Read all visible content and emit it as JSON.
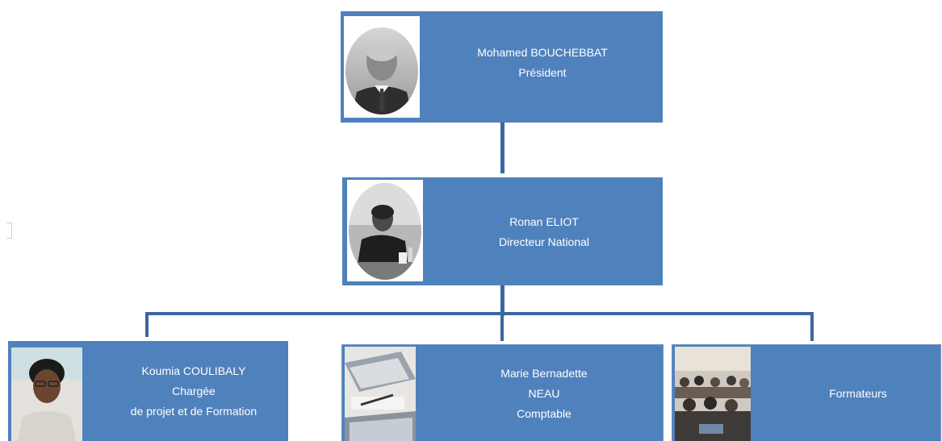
{
  "colors": {
    "box": "#4f81bd",
    "connector": "#3a66a3",
    "text": "#ffffff"
  },
  "president": {
    "name": "Mohamed BOUCHEBBAT",
    "role": "Président",
    "photo_icon": "portrait-man-suit-icon"
  },
  "director": {
    "name": "Ronan ELIOT",
    "role": "Directeur National",
    "photo_icon": "portrait-man-desk-icon"
  },
  "staff": [
    {
      "lines": [
        "Koumia COULIBALY",
        "Chargée",
        "de projet et de Formation"
      ],
      "photo_icon": "portrait-woman-icon"
    },
    {
      "lines": [
        "Marie Bernadette",
        "NEAU",
        "Comptable"
      ],
      "photo_icon": "laptop-desk-icon"
    },
    {
      "lines": [
        "Formateurs"
      ],
      "photo_icon": "classroom-icon"
    }
  ]
}
